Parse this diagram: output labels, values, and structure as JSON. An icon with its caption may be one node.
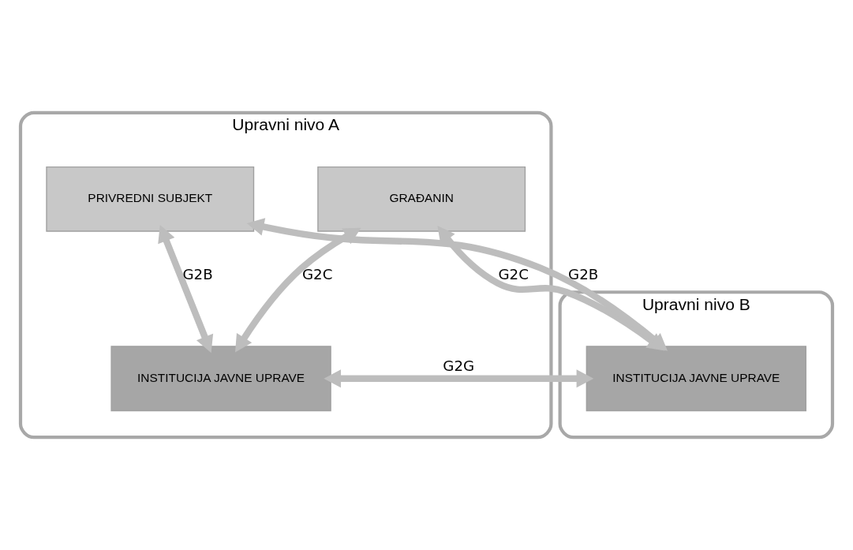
{
  "diagram": {
    "nodes": [
      {
        "text": [
          "Upravni nivo A"
        ]
      },
      {
        "text": [
          "GRAĐANIN"
        ],
        "in": 0
      },
      {
        "text": [
          "PRIVREDNI SUBJEKT"
        ],
        "in": 0
      },
      {
        "text": [
          "INSTITUCIJA JAVNE UPRAVE"
        ],
        "in": 0
      },
      {
        "text": [
          "Upravni nivo B"
        ]
      },
      {
        "text": [
          "INSTITUCIJA JAVNE UPRAVE"
        ],
        "in": 4
      }
    ],
    "edges": [
      {
        "from": 1,
        "to": 5,
        "arrow": "both",
        "label": "G2C"
      },
      {
        "from": 2,
        "to": 5,
        "arrow": "both",
        "label": "G2B"
      },
      {
        "from": 1,
        "to": 3,
        "arrow": "both",
        "label": "G2C"
      },
      {
        "from": 2,
        "to": 3,
        "arrow": "both",
        "label": "G2B"
      },
      {
        "from": 3,
        "to": 5,
        "arrow": "both",
        "label": "G2G"
      }
    ]
  }
}
